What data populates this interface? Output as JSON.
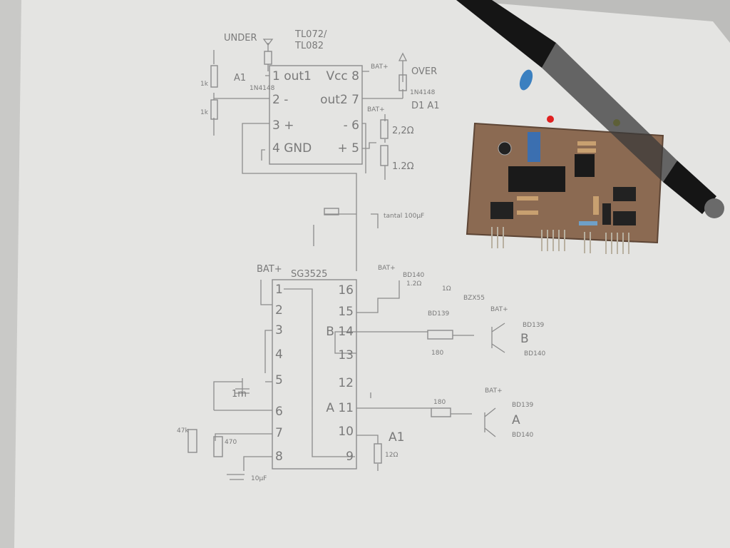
{
  "opamp": {
    "part": [
      "TL072/",
      "TL082"
    ],
    "under": "UNDER",
    "over": "OVER",
    "a1_left": "A1",
    "diode_left": "1N4148",
    "diode_right": "1N4148",
    "d1_a1": "D1 A1",
    "r_top": "1k",
    "r_bottom": "1k",
    "bat_vcc": "BAT+",
    "bat_div": "BAT+",
    "r_22": "2,2Ω",
    "r_12": "1.2Ω",
    "tantal": "tantal 100µF",
    "pins": [
      "1 out1",
      "Vcc 8",
      "2 -",
      "out2 7",
      "3 +",
      "- 6",
      "4 GND",
      "+ 5"
    ]
  },
  "pwm": {
    "bat_left": "BAT+",
    "part": "SG3525",
    "pins_left": [
      "1",
      "2",
      "3",
      "4",
      "5",
      "6",
      "7",
      "8"
    ],
    "pins_right": [
      "16",
      "15",
      "B 14",
      "13",
      "12",
      "A 11",
      "10",
      "9"
    ],
    "cap_1m": "1m",
    "pot_47k": "47k",
    "r_470": "470",
    "cap_10u": "10µF",
    "a1": "A1",
    "r_12": "12Ω",
    "bat_shutdown": "BAT+",
    "q_bd140": "BD140",
    "r_1_2": "1.2Ω",
    "r_1": "1Ω",
    "zener": "BZX55",
    "q_bd139": "BD139",
    "driver_b": {
      "bat": "BAT+",
      "r": "180",
      "q1": "BD139",
      "out": "B",
      "q2": "BD140"
    },
    "driver_a": {
      "bat": "BAT+",
      "r": "180",
      "q1": "BD139",
      "out": "A",
      "q2": "BD140"
    }
  },
  "colors": {
    "paper": "#e6e6e4",
    "pencil": "#8c8c8c",
    "pcb": "#8b6a52",
    "pen": "#151515"
  }
}
